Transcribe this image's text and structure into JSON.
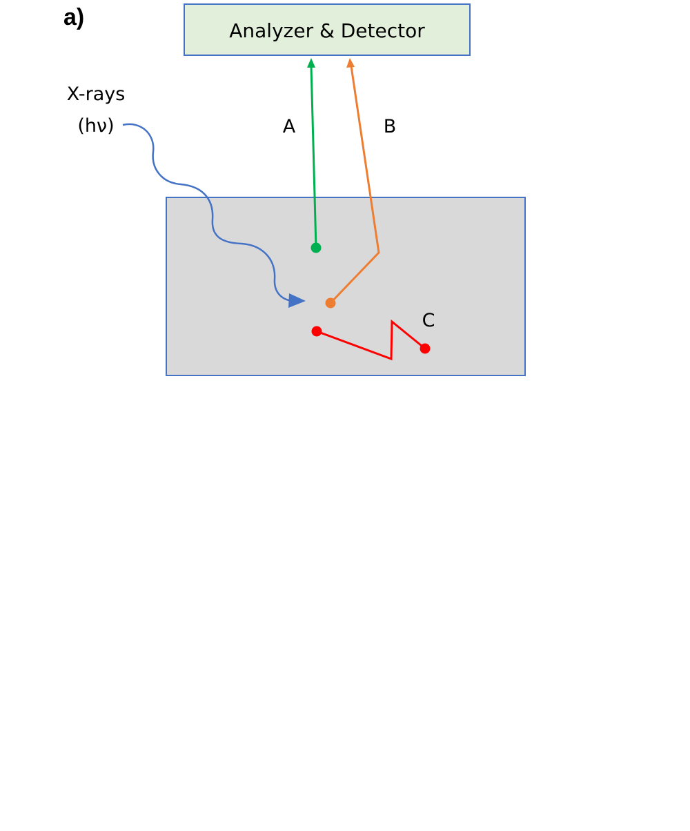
{
  "panel_label": "a)",
  "detector": {
    "label": "Analyzer & Detector"
  },
  "incident_beam": {
    "line1": "X-rays",
    "line2": "(hν)"
  },
  "paths": {
    "a": "A",
    "b": "B",
    "c": "C"
  },
  "colors": {
    "detector_fill": "#e2efda",
    "detector_border": "#4472c4",
    "sample_fill": "#d9d9d9",
    "sample_border": "#4472c4",
    "xray": "#4472c4",
    "path_a": "#00b050",
    "path_b": "#ed7d31",
    "path_c": "#ff0000"
  }
}
